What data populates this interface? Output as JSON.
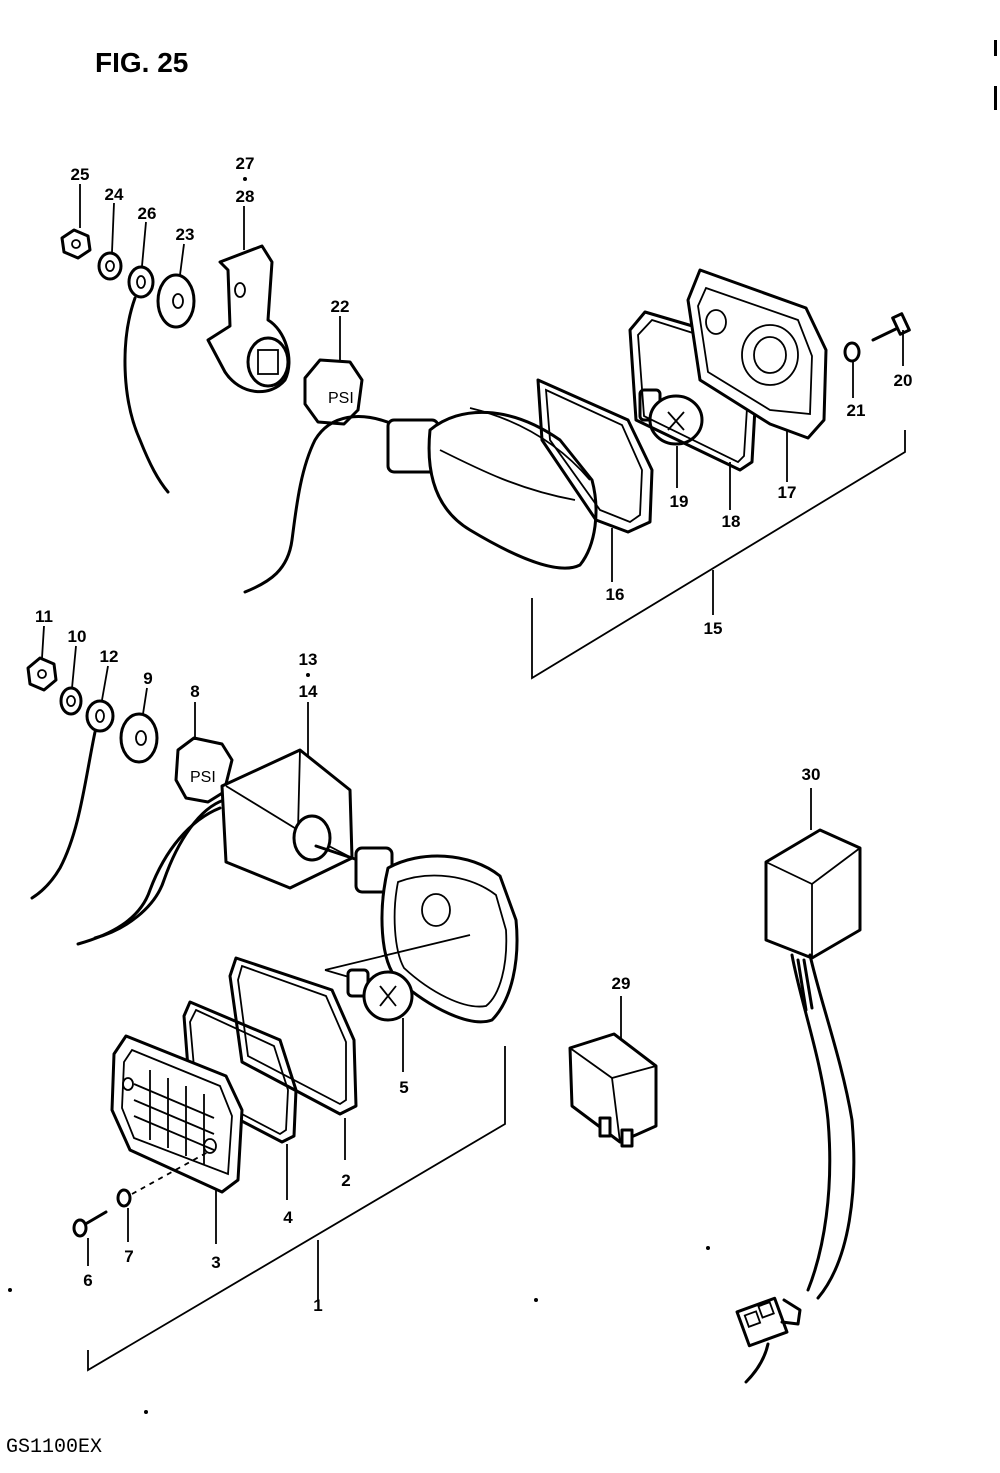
{
  "figure": {
    "title": "FIG. 25",
    "model": "GS1100EX"
  },
  "labels": {
    "l1": "1",
    "l2": "2",
    "l3": "3",
    "l4": "4",
    "l5": "5",
    "l6": "6",
    "l7": "7",
    "l8": "8",
    "l9": "9",
    "l10": "10",
    "l11": "11",
    "l12": "12",
    "l13": "13",
    "l14": "14",
    "l15": "15",
    "l16": "16",
    "l17": "17",
    "l18": "18",
    "l19": "19",
    "l20": "20",
    "l21": "21",
    "l22": "22",
    "l23": "23",
    "l24": "24",
    "l25": "25",
    "l26": "26",
    "l27": "27",
    "l28": "28",
    "l29": "29",
    "l30": "30"
  },
  "markings": {
    "cushion_front": "PSI",
    "cushion_rear": "PSI"
  }
}
